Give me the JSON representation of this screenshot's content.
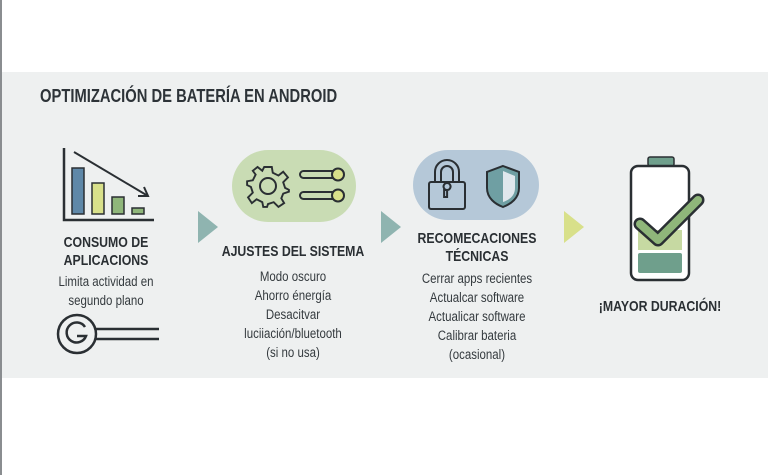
{
  "title": "OPTIMIZACIÓN DE BATERÍA EN ANDROID",
  "steps": [
    {
      "heading": [
        "CONSUMO DE",
        "APLICACIONS"
      ],
      "lines": [
        "Limita actividad en",
        "segundo plano"
      ]
    },
    {
      "heading": [
        "AJUSTES DEL SISTEMA"
      ],
      "lines": [
        "Modo oscuro",
        "Ahorro énergía",
        "Desacitvar",
        "luciiación/bluetooth",
        "(si no usa)"
      ]
    },
    {
      "heading": [
        "RECOMECACIONES",
        "TÉCNICAS"
      ],
      "lines": [
        "Cerrar apps recientes",
        "Actualcar software",
        "Actualicar software",
        "Calibrar bateria",
        "(ocasional)"
      ]
    },
    {
      "heading": [
        "¡MAYOR DURACIÓN!"
      ],
      "lines": []
    }
  ],
  "colors": {
    "band": "#eef0f0",
    "blue": "#5f88a8",
    "yellow": "#d8e08a",
    "green": "#8fb67a",
    "teal": "#6f9f8c"
  }
}
